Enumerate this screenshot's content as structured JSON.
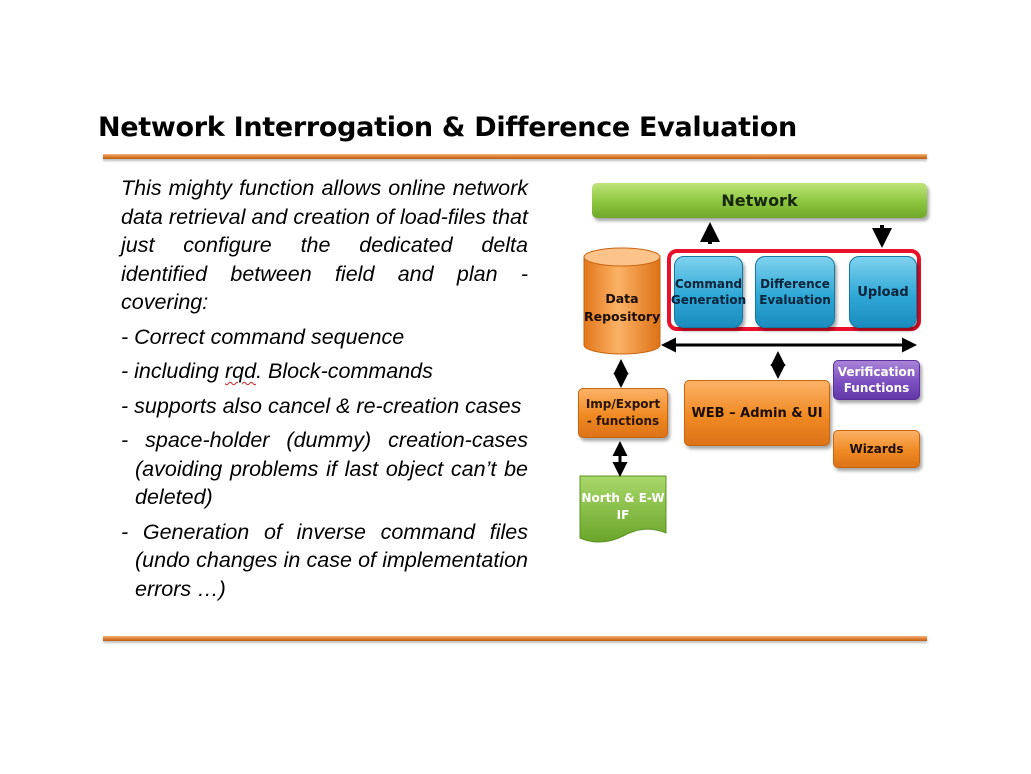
{
  "slide": {
    "title": "Network Interrogation & Difference Evaluation",
    "intro": "This mighty function allows online network data retrieval and creation of load-files that just configure the dedicated delta identified between field and plan - covering:",
    "bullets": [
      "- Correct command sequence",
      {
        "before": "- including ",
        "flagged": "rqd",
        "after": ". Block-commands"
      },
      "- supports also cancel & re-creation cases",
      "- space-holder (dummy) creation-cases (avoiding problems if last object  can’t be deleted)",
      "- Generation of inverse command files (undo changes in case of implementation errors …)"
    ]
  },
  "diagram": {
    "network": "Network",
    "command_generation": {
      "line1": "Command",
      "line2": "Generation"
    },
    "difference_evaluation": {
      "line1": "Difference",
      "line2": "Evaluation"
    },
    "upload": "Upload",
    "data_repository": {
      "line1": "Data",
      "line2": "Repository"
    },
    "imp_export": {
      "line1": "Imp/Export",
      "line2": "- functions"
    },
    "web_admin": "WEB – Admin & UI",
    "verification": {
      "line1": "Verification",
      "line2": "Functions"
    },
    "wizards": "Wizards",
    "north_ew": {
      "line1": "North & E-W",
      "line2": "IF"
    }
  },
  "colors": {
    "title_rule": "#d9782a",
    "network_box": "#8cc63e",
    "process_box": "#2fa8d6",
    "highlight_frame": "#e8102b",
    "repository": "#f08a24",
    "verification_box": "#7b4fc0"
  }
}
